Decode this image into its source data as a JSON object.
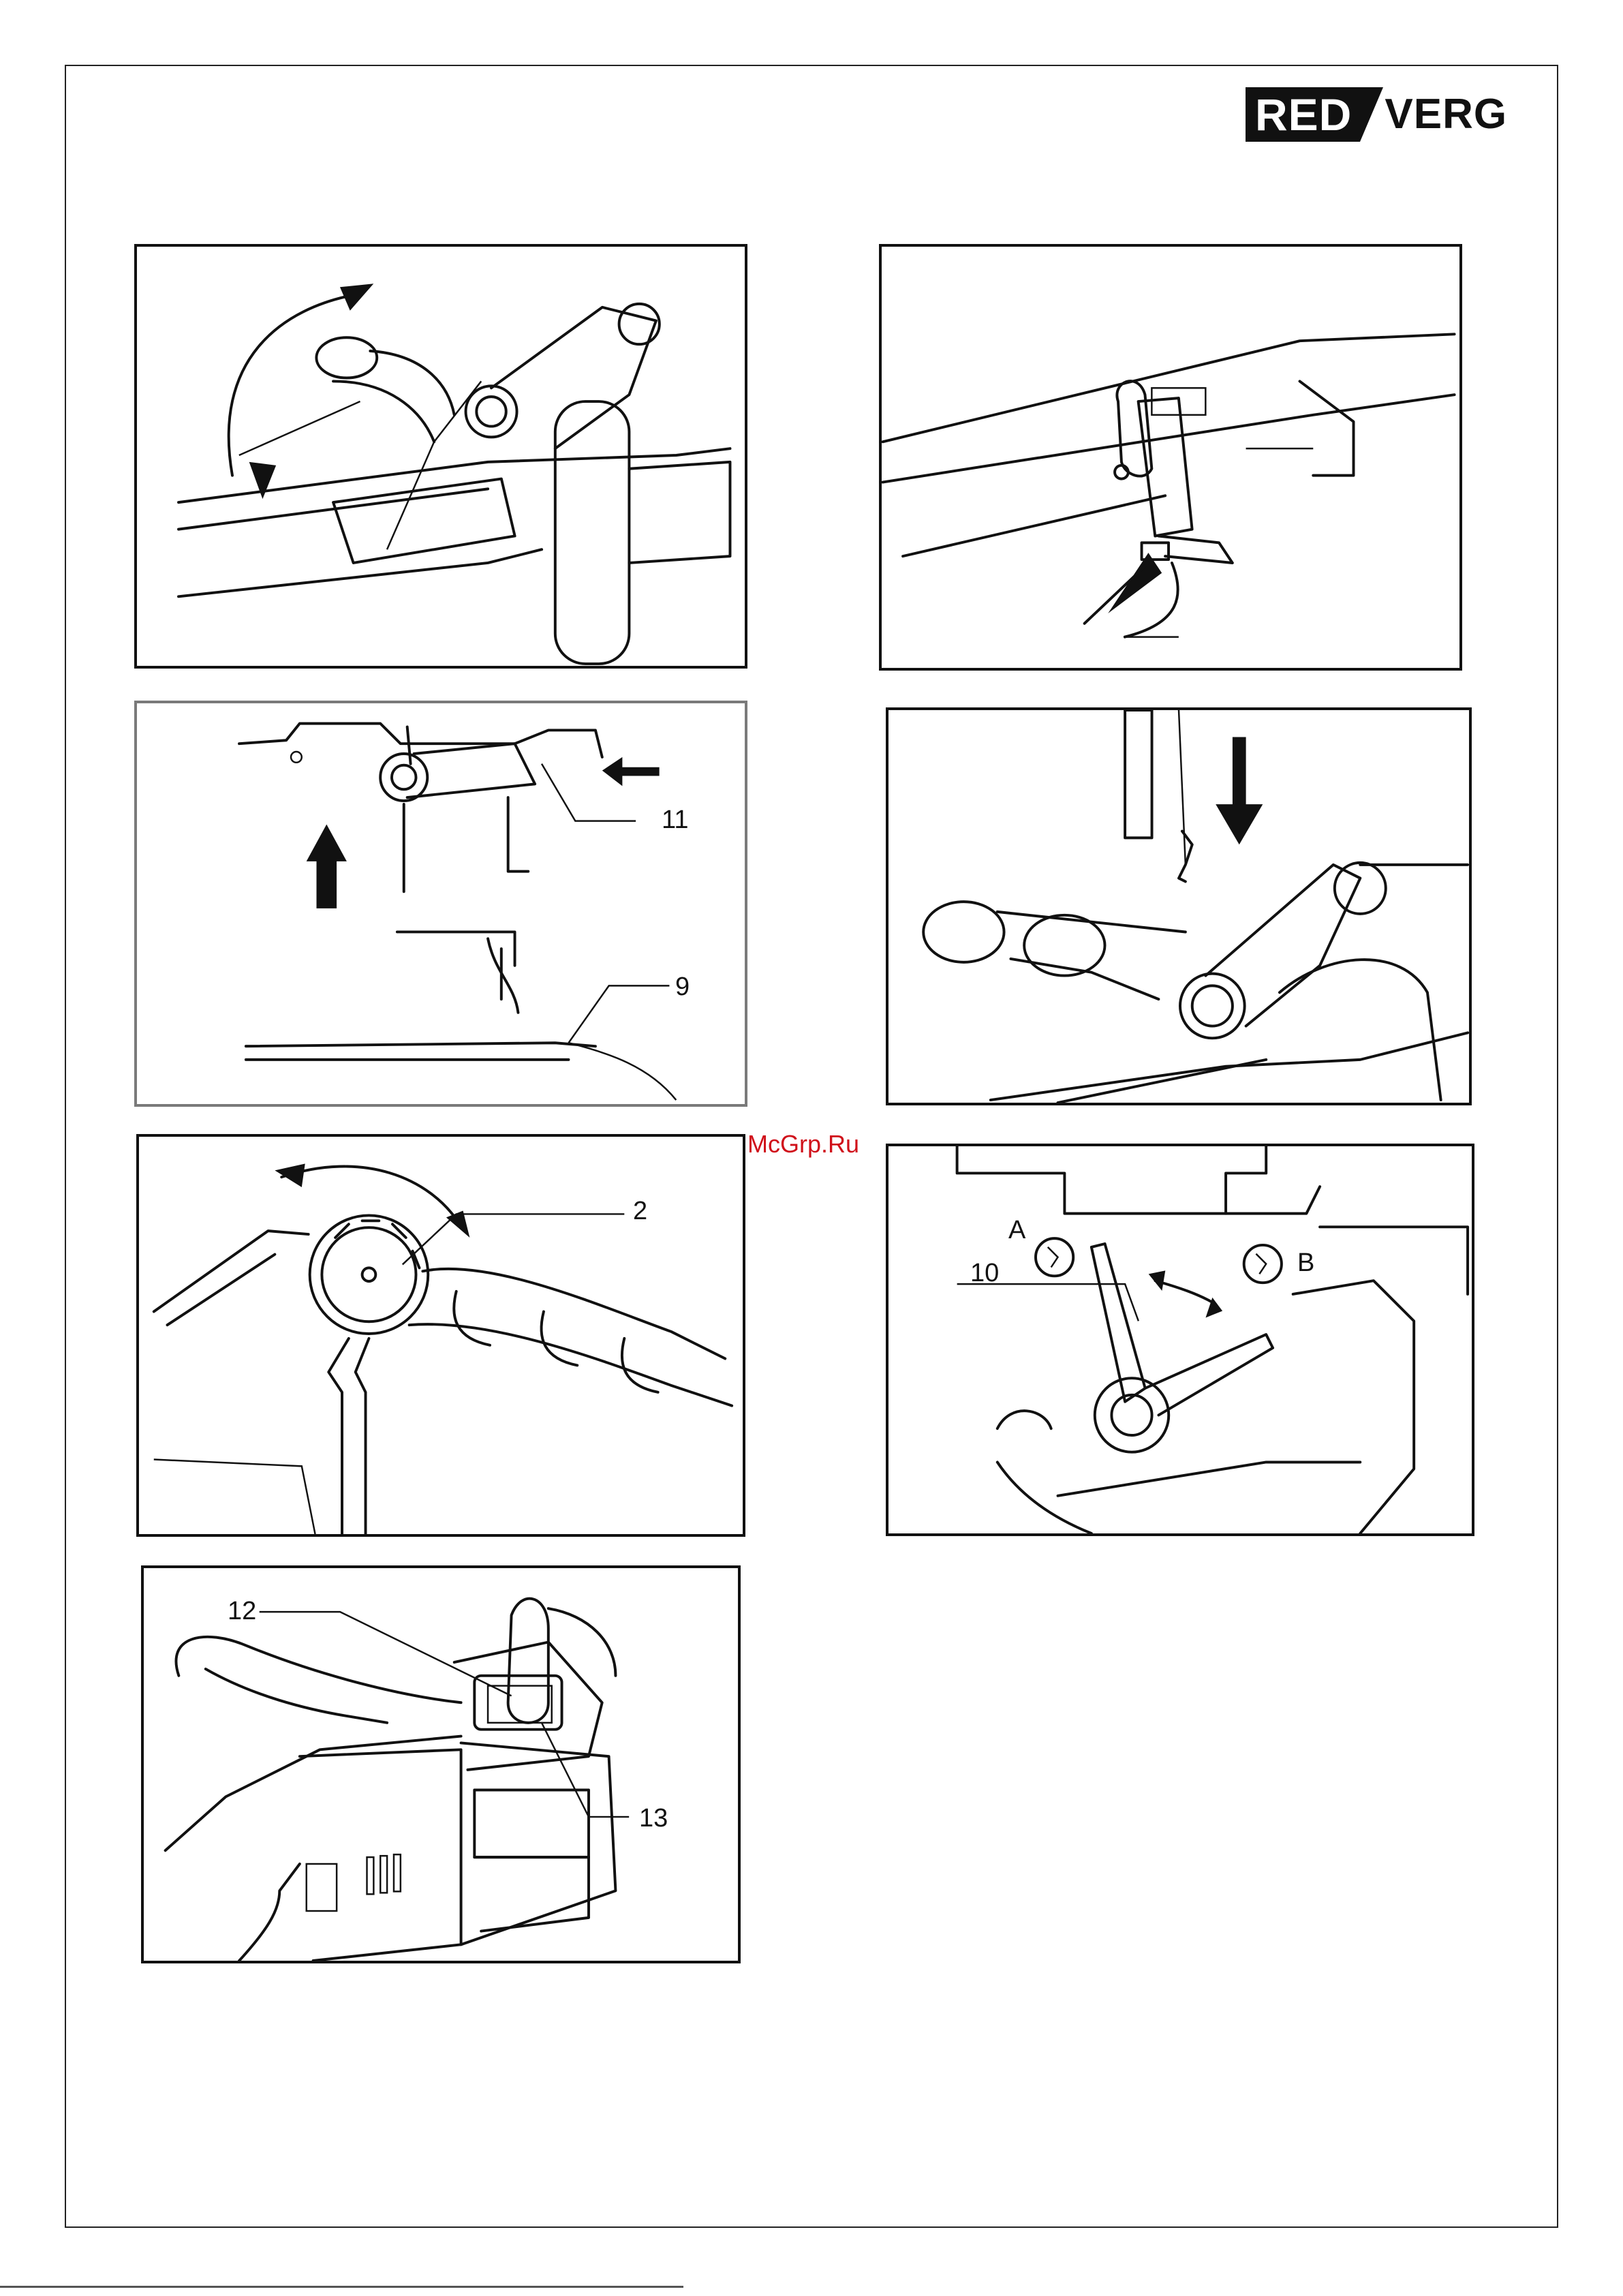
{
  "brand": {
    "logo_red": "RED",
    "logo_verg": "VERG"
  },
  "watermark": "McGrp.Ru",
  "figures": [
    {
      "id": "fig1",
      "callouts": []
    },
    {
      "id": "fig2",
      "callouts": []
    },
    {
      "id": "fig3",
      "callouts": [
        "11",
        "9"
      ]
    },
    {
      "id": "fig4",
      "callouts": []
    },
    {
      "id": "fig5",
      "callouts": [
        "2"
      ]
    },
    {
      "id": "fig6",
      "callouts": [
        "10",
        "A",
        "B"
      ]
    },
    {
      "id": "fig7",
      "callouts": [
        "12",
        "13"
      ]
    }
  ]
}
